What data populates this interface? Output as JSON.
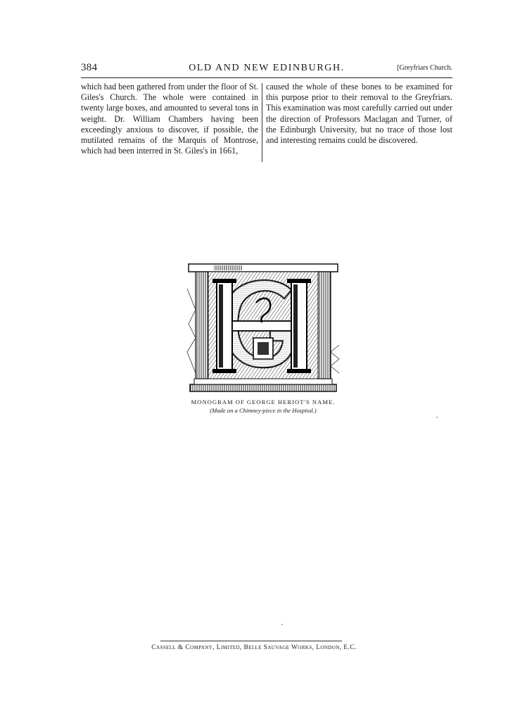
{
  "header": {
    "page_number": "384",
    "running_title": "OLD AND NEW EDINBURGH.",
    "section_ref": "[Greyfriars Church."
  },
  "body": {
    "left_column": "which had been gathered from under the floor of St. Giles's Church. The whole were contained in twenty large boxes, and amounted to several tons in weight. Dr. William Chambers having been exceedingly anxious to discover, if possible, the mutilated remains of the Marquis of Montrose, which had been interred in St. Giles's in 1661,",
    "right_column": "caused the whole of these bones to be examined for this purpose prior to their removal to the Greyfriars. This examination was most carefully carried out under the direction of Professors Maclagan and Turner, of the Edinburgh University, but no trace of those lost and interesting remains could be discovered."
  },
  "figure": {
    "caption": "MONOGRAM OF GEORGE HERIOT'S NAME.",
    "subcaption": "(Made on a Chimney-piece in the Hospital.)"
  },
  "footer": {
    "imprint": "Cassell & Company, Limited, Belle Sauvage Works, London, E.C."
  }
}
